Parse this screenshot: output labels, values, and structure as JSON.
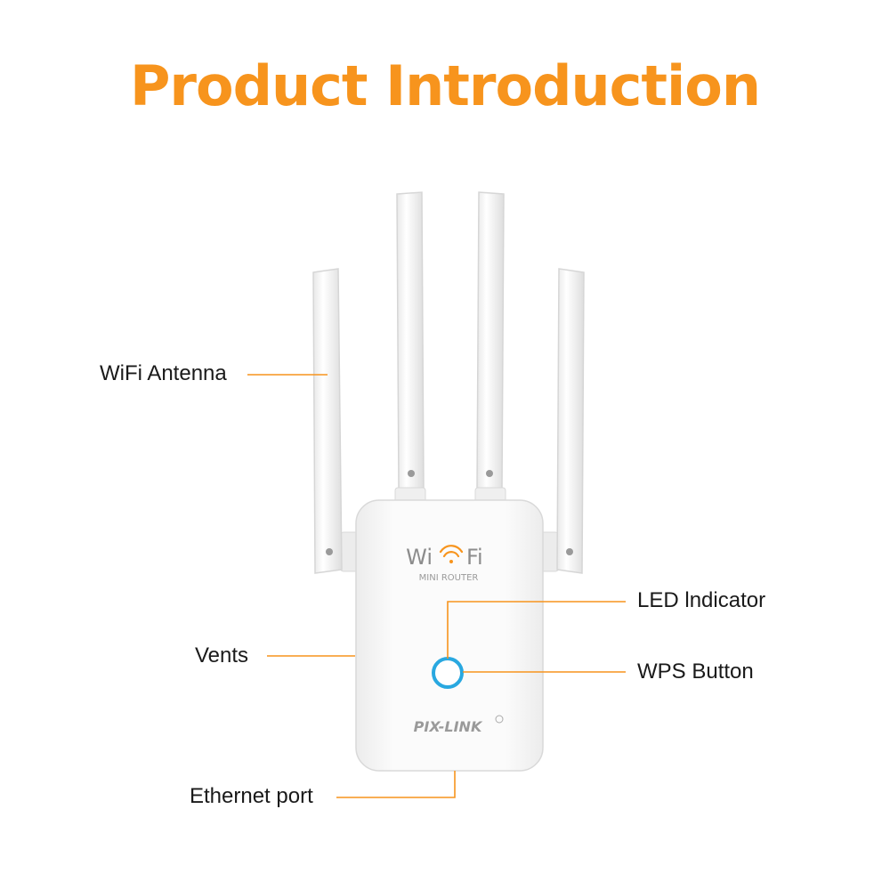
{
  "title": "Product Introduction",
  "colors": {
    "accent": "#f7941d",
    "led_ring": "#29a8e0",
    "device_body": "#f7f7f7",
    "outline": "#dcdcdc"
  },
  "labels": {
    "wifi_antenna": "WiFi Antenna",
    "vents": "Vents",
    "ethernet_port": "Ethernet port",
    "led_indicator": "LED lndicator",
    "wps_button": "WPS Button"
  },
  "device": {
    "logo_wi": "Wi",
    "logo_fi": "Fi",
    "logo_subtitle": "MINI ROUTER",
    "brand": "PIX-LINK",
    "registered_mark": "R"
  }
}
